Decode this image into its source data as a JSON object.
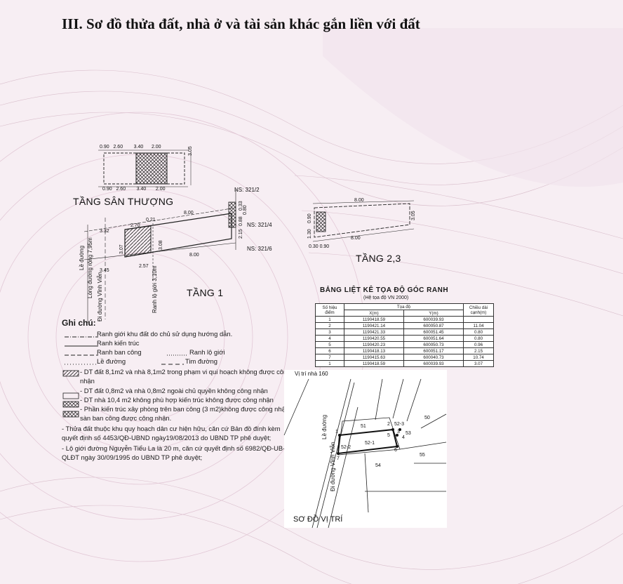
{
  "page_title": "III. Sơ đồ thửa đất, nhà ở và tài sản khác gắn liền với đất",
  "colors": {
    "background": "#f7eef3",
    "ink": "#111111",
    "guilloche": "#c9a9bb"
  },
  "rooftop": {
    "title": "TẦNG SÂN THƯỢNG",
    "top_dims": [
      "0.90",
      "2.60",
      "3.40",
      "2.00"
    ],
    "bottom_dims": [
      "0.90",
      "2.60",
      "3.40",
      "2.00"
    ],
    "side_dim": "3.05"
  },
  "floor1": {
    "title": "TẦNG 1",
    "top_dims": [
      "3.32",
      "2.70",
      "0.21",
      "8.00"
    ],
    "bottom_dims": [
      "3.45",
      "2.57",
      "8.00"
    ],
    "left_dim": "3.07",
    "inner_dim": "3.08",
    "right_dims": [
      "0.33",
      "0.80",
      "0.88",
      "2.15"
    ],
    "neighbors": [
      "NS: 321/2",
      "NS: 321/4",
      "NS: 321/6"
    ],
    "road_labels": [
      "Lề đường",
      "Lòng đường rộng 7,95m",
      "Đi đường Vĩnh Viễn"
    ],
    "setback_label": "Ranh lộ giới 3,10m"
  },
  "floor23": {
    "title": "TẦNG 2,3",
    "top_dim": "8.00",
    "bottom_dim": "8.00",
    "right_dim": "3.05",
    "left_dims": [
      "0.90",
      "1.30"
    ],
    "bottom_left_dims": [
      "0.30",
      "0.90"
    ]
  },
  "notes": {
    "heading": "Ghi chú:",
    "legend": [
      "Ranh giới khu đất do chủ sử dụng hướng dẫn.",
      "Ranh kiến trúc",
      "Ranh ban công",
      "Ranh lộ giới",
      "Lề đường",
      "Tim đường"
    ],
    "areas": [
      "- DT đất 8,1m2 và nhà 8,1m2 trong phạm vi qui hoạch không được công nhận",
      "- DT đất 0,8m2 và nhà 0,8m2 ngoài chủ quyền không  công nhận",
      "- DT nhà 10,4 m2 không phù hợp kiến trúc không được công nhận",
      "- Phần kiến trúc xây phòng trên ban công (3 m2)không được công nhận, sàn ban công được công nhận."
    ],
    "paras": [
      "- Thửa đất thuộc khu quy hoạch dân cư hiện hữu, căn cứ Bản đồ đính kèm quyết định số 4453/QĐ-UBND ngày19/08/2013 do UBND TP phê duyệt;",
      "- Lộ giới đường Nguyễn Tiểu La là 20 m, căn cứ  quyết định số 6982/QĐ-UB-QLĐT ngày 30/09/1995 do UBND TP phê duyệt;"
    ]
  },
  "coord_table": {
    "title": "BẢNG LIỆT KÊ TỌA ĐỘ GÓC RANH",
    "subtitle": "(Hệ tọa độ VN 2000)",
    "headers": [
      "Số hiệu điểm",
      "Tọa độ",
      "Chiều dài cạnh(m)"
    ],
    "sub_headers": [
      "X(m)",
      "Y(m)"
    ],
    "rows": [
      [
        "1",
        "1190418.59",
        "600039.93",
        ""
      ],
      [
        "2",
        "1190421.14",
        "600050.87",
        "11.04"
      ],
      [
        "3",
        "1190421.33",
        "600051.45",
        "0.80"
      ],
      [
        "4",
        "1190420.55",
        "600051.64",
        "0.80"
      ],
      [
        "5",
        "1190420.23",
        "600050.73",
        "0.96"
      ],
      [
        "6",
        "1190418.13",
        "600051.17",
        "2.15"
      ],
      [
        "7",
        "1190415.63",
        "600040.73",
        "10.74"
      ],
      [
        "1",
        "1190418.59",
        "600039.93",
        "3.07"
      ]
    ]
  },
  "location_map": {
    "house_label": "Vị trí nhà 160",
    "title": "SƠ ĐỒ VỊ TRÍ",
    "road_labels": [
      "Lề đường",
      "Đi đường Vĩnh Viễn"
    ],
    "parcels": [
      "51",
      "52-3",
      "50",
      "52-1",
      "53",
      "52-2",
      "54",
      "55"
    ],
    "points": [
      "1",
      "2",
      "3",
      "4",
      "5",
      "6",
      "7"
    ]
  }
}
